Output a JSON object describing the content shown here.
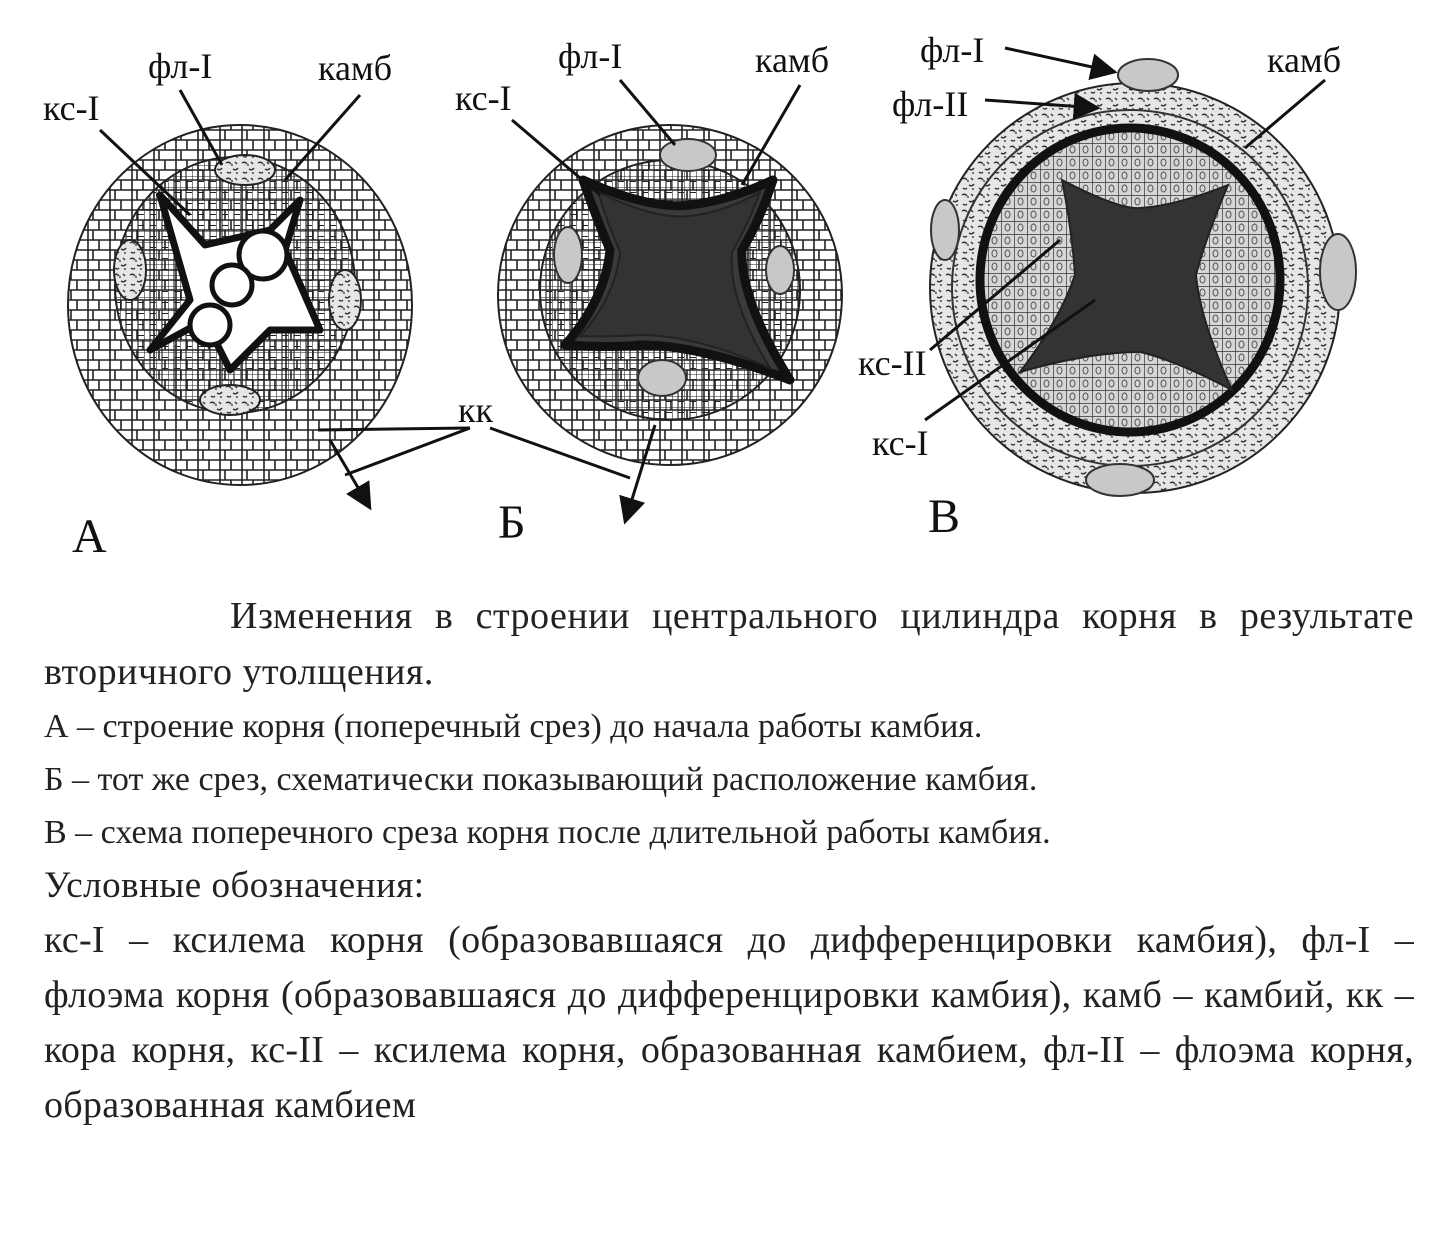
{
  "labels": {
    "A": {
      "ks1": "кс-I",
      "fl1": "фл-I",
      "kamb": "камб"
    },
    "B": {
      "ks1": "кс-I",
      "fl1": "фл-I",
      "kamb": "камб"
    },
    "V": {
      "fl1": "фл-I",
      "fl2": "фл-II",
      "kamb": "камб",
      "ks2": "кс-II",
      "ks1": "кс-I"
    },
    "kk": "кк"
  },
  "panels": {
    "A": "А",
    "B": "Б",
    "V": "В"
  },
  "caption": {
    "title": "Изменения в строении центрального цилиндра корня в результате вторичного утолщения.",
    "lines": [
      "А – строение корня (поперечный срез) до начала работы камбия.",
      "Б – тот же срез, схематически показывающий расположение камбия.",
      "В – схема поперечного среза корня после длительной работы камбия."
    ],
    "legend_heading": "Условные обозначения:",
    "legend": "кс-I – ксилема корня (образовавшаяся до дифференцировки камбия), фл-I – флоэма корня (образовавшаяся до дифференцировки камбия), камб – камбий, кк – кора корня, кс-II – ксилема корня, образованная камбием, фл-II – флоэма корня, образованная камбием"
  },
  "colors": {
    "ink": "#111111",
    "xylem": "#3a3a3a",
    "phloem": "#c8c8c8",
    "paper": "#ffffff"
  }
}
